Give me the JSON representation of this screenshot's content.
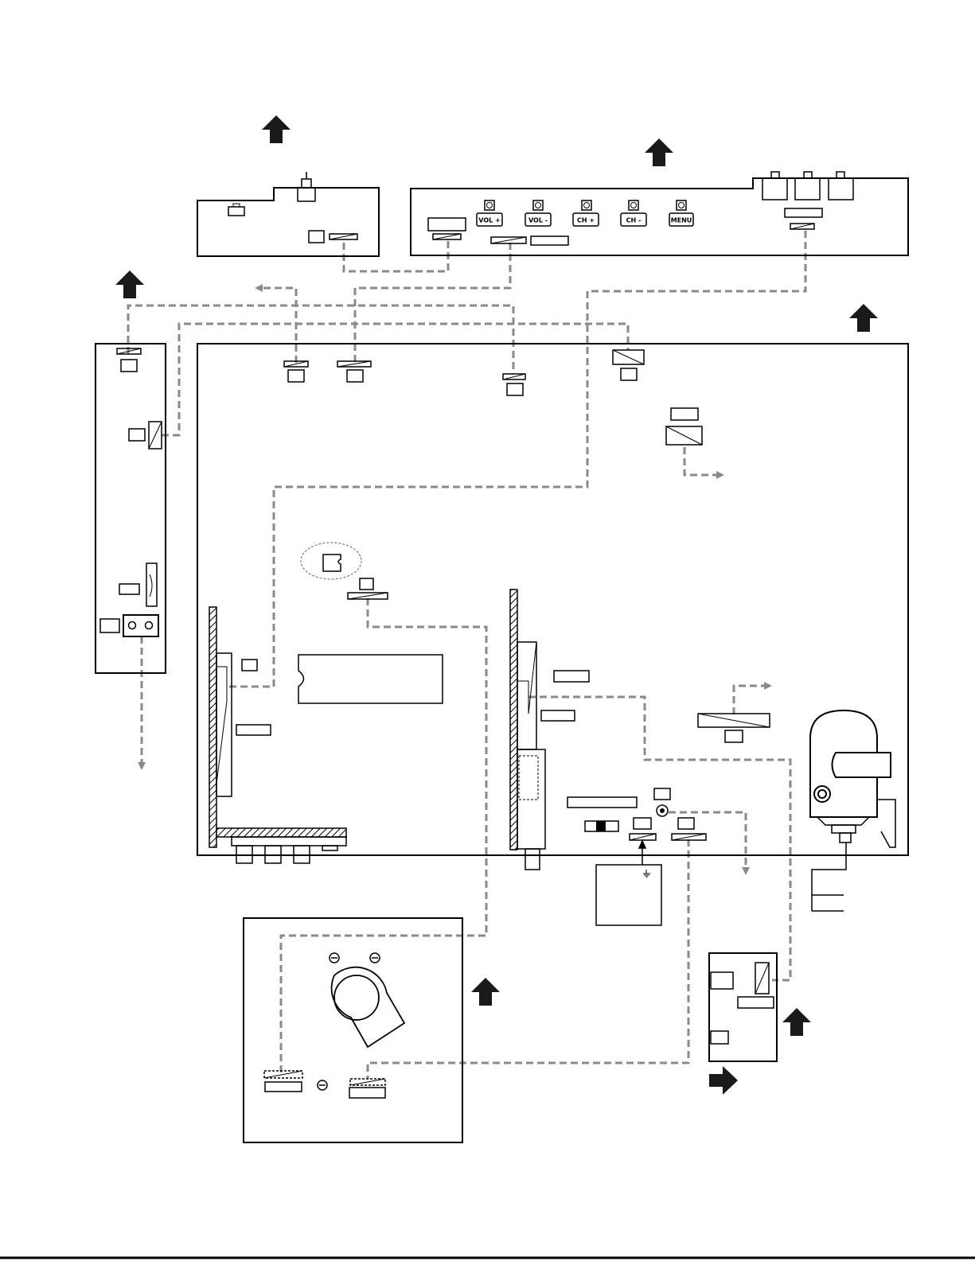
{
  "front_panel": {
    "buttons": [
      {
        "label": "VOL +",
        "interactable": false
      },
      {
        "label": "VOL -",
        "interactable": false
      },
      {
        "label": "CH +",
        "interactable": false
      },
      {
        "label": "CH -",
        "interactable": false
      },
      {
        "label": "MENU",
        "interactable": false
      }
    ]
  },
  "legend": {
    "line_style": "dashed",
    "line_color": "#8a8a8a",
    "arrow_color": "#1a1a1a",
    "board_color": "#000000"
  },
  "icons": [
    "up-arrow-icon",
    "right-arrow-icon",
    "ground-symbol-icon"
  ]
}
